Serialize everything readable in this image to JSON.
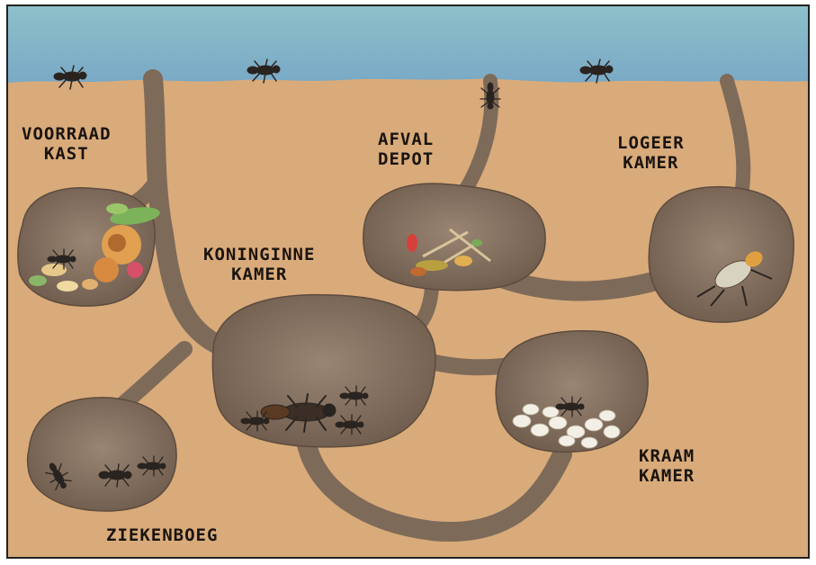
{
  "labels": {
    "voorraad_kast": [
      "VOORRAAD",
      "KAST"
    ],
    "afval_depot": [
      "AFVAL",
      "DEPOT"
    ],
    "logeer_kamer": [
      "LOGEER",
      "KAMER"
    ],
    "koninginne_kamer": [
      "KONINGINNE",
      "KAMER"
    ],
    "kraam_kamer": [
      "KRAAM",
      "KAMER"
    ],
    "ziekenboeg": "ZIEKENBOEG"
  },
  "colors": {
    "sky": "#7bb3c2",
    "soil": "#d9ab7a",
    "tunnel": "#8a7563",
    "tunnel_dark": "#6f5c4d",
    "ant": "#2a2420",
    "egg": "#f3efe6"
  }
}
